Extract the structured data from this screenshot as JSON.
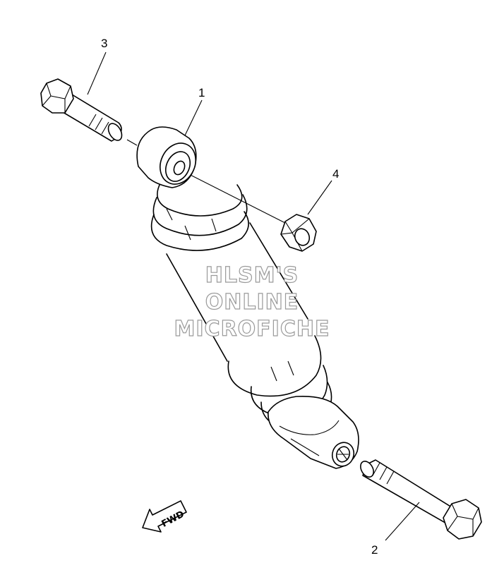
{
  "callouts": [
    {
      "label": "1",
      "part": "shock-absorber"
    },
    {
      "label": "2",
      "part": "lower-bolt"
    },
    {
      "label": "3",
      "part": "upper-bolt"
    },
    {
      "label": "4",
      "part": "nut"
    }
  ],
  "watermark": {
    "line1": "HLSM'S",
    "line2": "ONLINE",
    "line3": "MICROFICHE"
  },
  "direction": {
    "label": "FWD",
    "icon": "arrow-left-down-icon"
  }
}
